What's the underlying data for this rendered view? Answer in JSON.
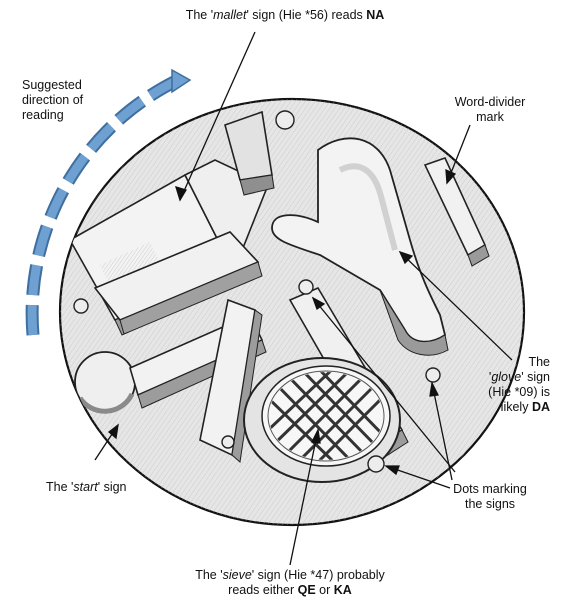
{
  "labels": {
    "mallet": {
      "pre": "The '",
      "sign": "mallet",
      "post": "' sign (Hie *56) reads ",
      "reading": "NA"
    },
    "direction": {
      "line1": "Suggested",
      "line2": "direction of",
      "line3": "reading"
    },
    "divider": {
      "line1": "Word-divider",
      "line2": "mark"
    },
    "glove": {
      "line1": "The",
      "line2_pre": "'",
      "line2_sign": "glove",
      "line2_post": "' sign",
      "line3": "(Hie *09) is",
      "line4_pre": "likely ",
      "line4_reading": "DA"
    },
    "start": {
      "pre": "The '",
      "sign": "start",
      "post": "' sign"
    },
    "dots": {
      "line1": "Dots marking",
      "line2": "the signs"
    },
    "sieve": {
      "line1_pre": "The '",
      "line1_sign": "sieve",
      "line1_post": "' sign (Hie *47) probably",
      "line2_pre": "reads either ",
      "reading1": "QE",
      "line2_mid": " or ",
      "reading2": "KA"
    }
  },
  "colors": {
    "arrow": "#6fa0d2",
    "arrow_edge": "#3f6f9f",
    "line": "#111111",
    "relief_light": "#f4f4f4",
    "relief_shade": "#9a9a9a"
  },
  "icons": [
    "curved-direction-arrow",
    "mallet-sign",
    "glove-sign",
    "sieve-sign",
    "start-sign",
    "word-divider-mark",
    "dot-marks"
  ]
}
